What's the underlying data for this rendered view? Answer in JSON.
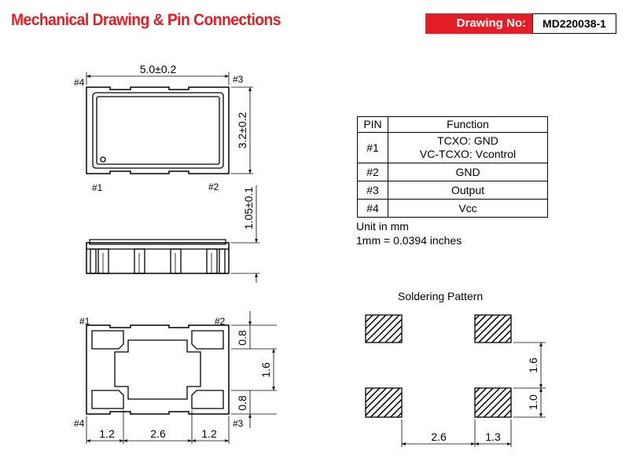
{
  "header": {
    "title": "Mechanical Drawing & Pin Connections",
    "drawing_label": "Drawing No:",
    "drawing_number": "MD220038-1"
  },
  "top_view": {
    "width_dim": "5.0±0.2",
    "height_dim": "3.2±0.2",
    "pin_labels": {
      "p1": "#1",
      "p2": "#2",
      "p3": "#3",
      "p4": "#4"
    }
  },
  "side_view": {
    "thickness_dim": "1.05±0.1"
  },
  "bottom_view": {
    "pin_labels": {
      "p1": "#1",
      "p2": "#2",
      "p3": "#3",
      "p4": "#4"
    },
    "dims": {
      "pad_h_top": "0.8",
      "gap": "1.6",
      "pad_h_bottom": "0.8",
      "left": "1.2",
      "middle": "2.6",
      "right": "1.2"
    }
  },
  "pin_table": {
    "headers": [
      "PIN",
      "Function"
    ],
    "rows": [
      {
        "pin": "#1",
        "function_line1": "TCXO: GND",
        "function_line2": "VC-TCXO: Vcontrol"
      },
      {
        "pin": "#2",
        "function": "GND"
      },
      {
        "pin": "#3",
        "function": "Output"
      },
      {
        "pin": "#4",
        "function": "Vcc"
      }
    ]
  },
  "notes": {
    "unit": "Unit in mm",
    "conversion": "1mm = 0.0394 inches"
  },
  "soldering": {
    "title": "Soldering Pattern",
    "dims": {
      "vertical_gap": "1.6",
      "pad_height": "1.0",
      "horizontal_gap": "2.6",
      "pad_width": "1.3"
    }
  },
  "colors": {
    "brand_red": "#e41e26"
  }
}
